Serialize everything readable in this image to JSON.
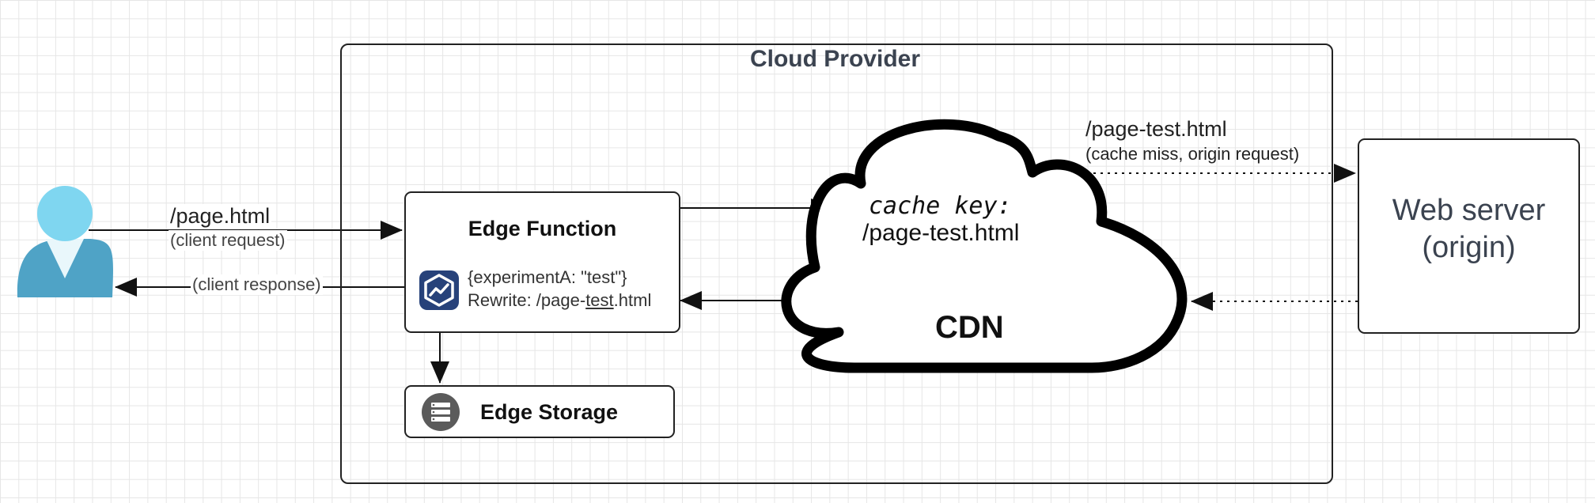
{
  "provider": {
    "title": "Cloud Provider"
  },
  "client": {
    "request_path": "/page.html",
    "request_note": "(client request)",
    "response_note": "(client response)"
  },
  "edge_function": {
    "title": "Edge Function",
    "line1": "{experimentA: \"test\"}",
    "line2_prefix": "Rewrite: /page-",
    "line2_underlined": "test",
    "line2_suffix": ".html"
  },
  "edge_storage": {
    "label": "Edge Storage"
  },
  "cdn": {
    "cache_key_label": "cache key:",
    "cache_key_value": "/page-test.html",
    "label": "CDN"
  },
  "origin_request": {
    "path": "/page-test.html",
    "note": "(cache miss, origin request)"
  },
  "web_server": {
    "line1": "Web server",
    "line2": "(origin)"
  },
  "colors": {
    "user_light": "#7fd6f0",
    "user_dark": "#4fa3c6",
    "function_icon": "#27427a",
    "storage_icon": "#5b5b5b",
    "stroke": "#111111"
  }
}
